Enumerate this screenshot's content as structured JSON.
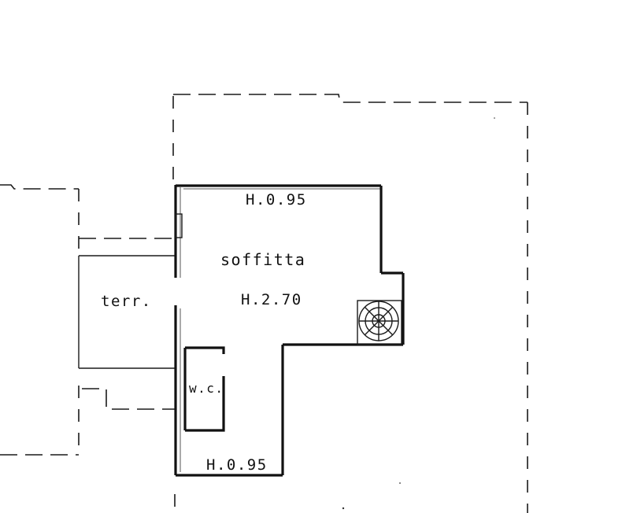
{
  "plan": {
    "room_main_label": "soffitta",
    "room_main_height": "H.2.70",
    "top_wall_height": "H.0.95",
    "bottom_wall_height": "H.0.95",
    "terrace_label": "terr.",
    "wc_label": "w.c."
  },
  "icons": {
    "stair": "spiral-staircase-icon"
  },
  "colors": {
    "line": "#111111",
    "background": "#ffffff"
  }
}
